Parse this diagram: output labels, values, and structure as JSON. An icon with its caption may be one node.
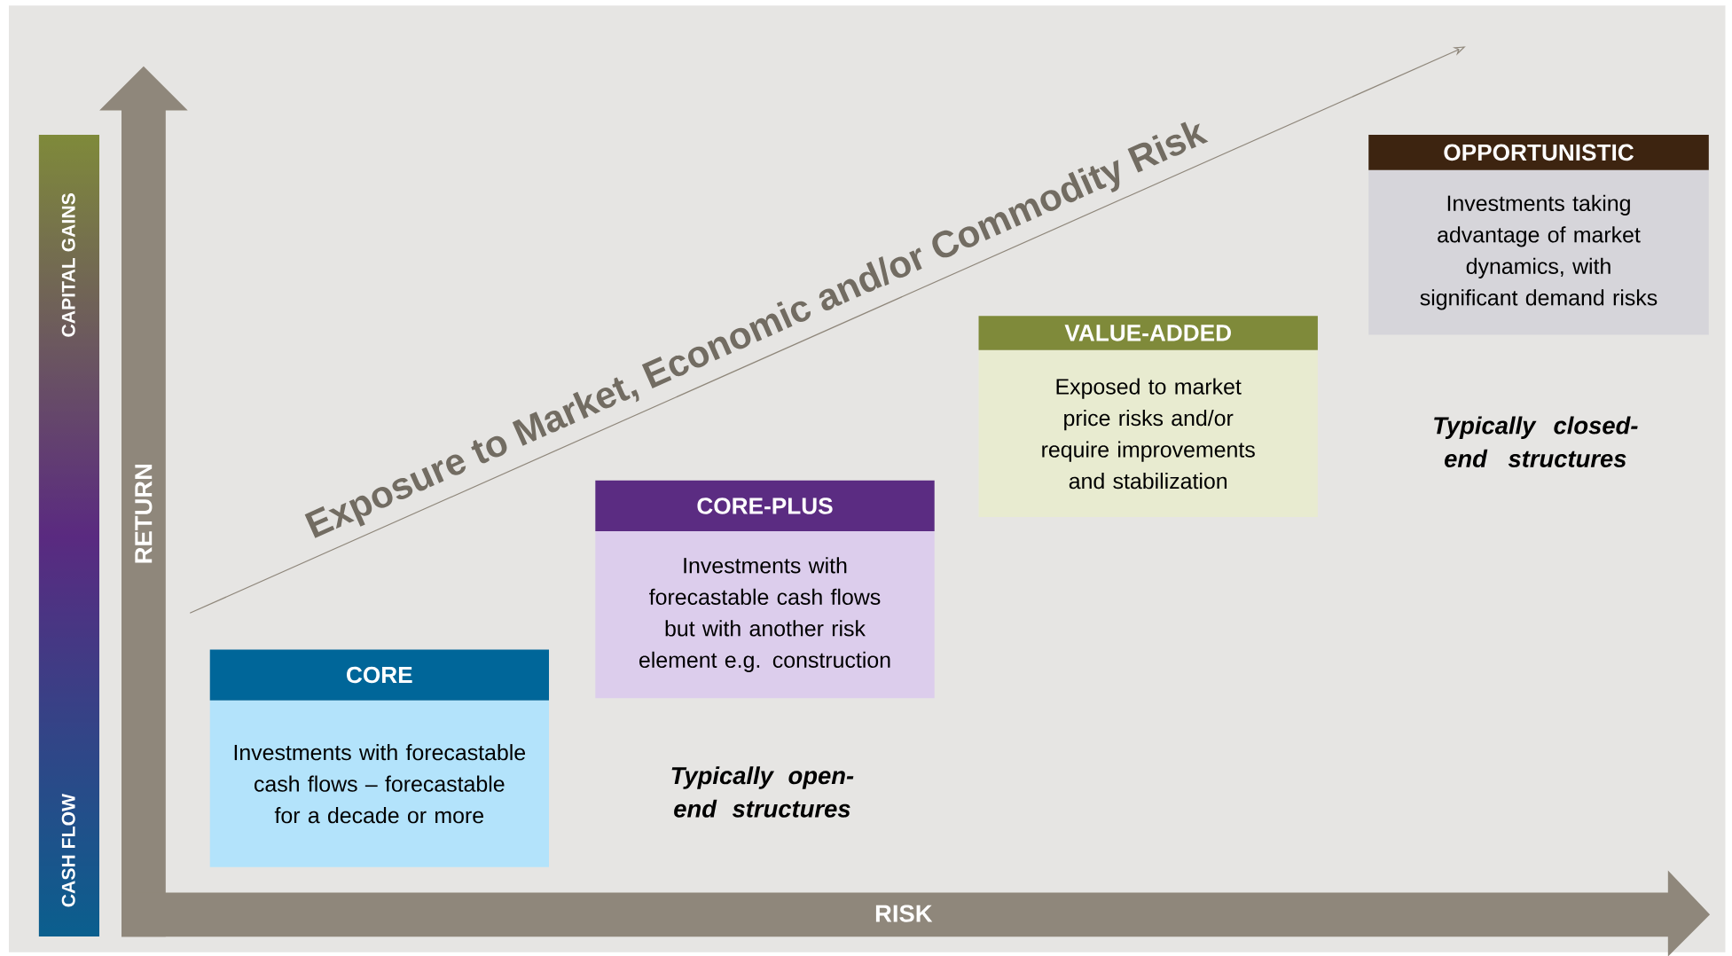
{
  "diagram": {
    "nodes": [
      {
        "text": [
          "CAPITAL GAINS",
          "CASH FLOW"
        ]
      },
      {
        "text": [
          "CORE",
          "Investments with forecastable cash flows – forecastable for a decade or more"
        ]
      },
      {
        "text": [
          "CORE-PLUS",
          "Investments with forecastable cash flows but with another risk element e.g. construction"
        ]
      },
      {
        "text": [
          "VALUE-ADDED",
          "Exposed to market price risks and/or require improvements and stabilization"
        ]
      },
      {
        "text": [
          "OPPORTUNISTIC",
          "Investments taking advantage of market dynamics, with significant demand risks"
        ]
      }
    ],
    "labels": [
      "Exposure to Market, Economic and/or Commodity Risk",
      "RETURN",
      "Typically closed-end structures",
      "Typically open-end structures",
      "RISK"
    ]
  }
}
